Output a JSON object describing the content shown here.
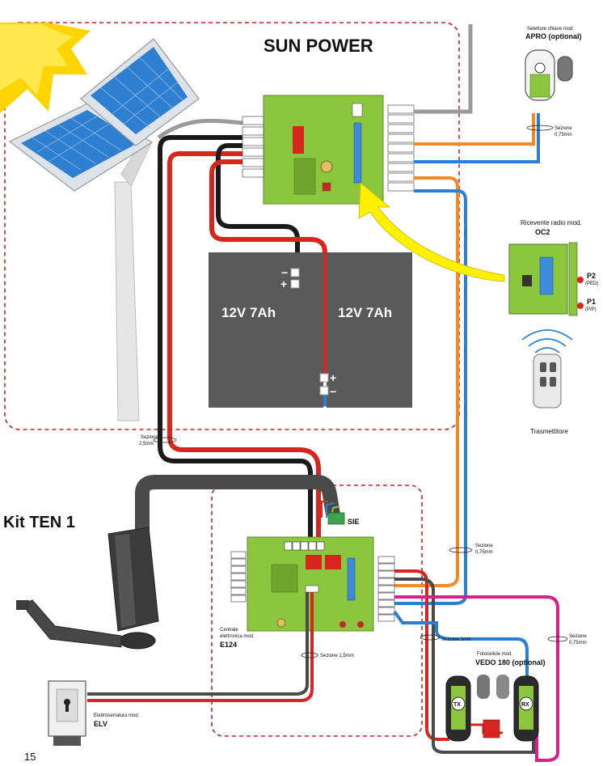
{
  "title": "SUN POWER",
  "kit_label": "Kit TEN 1",
  "page_number": "15",
  "battery_left": "12V 7Ah",
  "battery_right": "12V 7Ah",
  "sign_minus": "−",
  "sign_plus": "+",
  "selector": {
    "caption": "Selettore chiave mod.",
    "model": "APRO (optional)",
    "section": "Sezione",
    "section_value": "0,75mm"
  },
  "receiver": {
    "caption": "Ricevente radio mod.",
    "model": "OC2",
    "p2": "P2",
    "p2_sub": "(PED)",
    "p1": "P1",
    "p1_sub": "(P/P)"
  },
  "transmitter": "Trasmettitore",
  "cable_section_left": {
    "label": "Sezione",
    "value": "2,5mm"
  },
  "cable_section_right": {
    "label": "Sezione",
    "value": "0,75mm"
  },
  "cable_section_1mm": "Sezione 1mm",
  "cable_section_15": "Sezione 1,5mm",
  "cable_section_far_right": {
    "label": "Sezione",
    "value": "0,75mm"
  },
  "sie_label": "SIE",
  "control_unit": {
    "line1": "Centrale",
    "line2": "elettronica mod.",
    "model": "E124"
  },
  "photocell": {
    "caption": "Fotocellule mod.",
    "model": "VEDO 180 (optional)",
    "tx": "TX",
    "rx": "RX"
  },
  "elv": {
    "caption": "Elettroserratura mod.",
    "model": "ELV"
  },
  "colors": {
    "red": "#d7261e",
    "black": "#1a1a1a",
    "blue": "#2a7fd4",
    "orange": "#f08a24",
    "magenta": "#d6208a",
    "gray": "#9a9a9a",
    "board_green": "#8cc63f",
    "dash_red": "#cc2222",
    "sun_yellow": "#ffd400",
    "battery_gray": "#5a5a5a"
  }
}
